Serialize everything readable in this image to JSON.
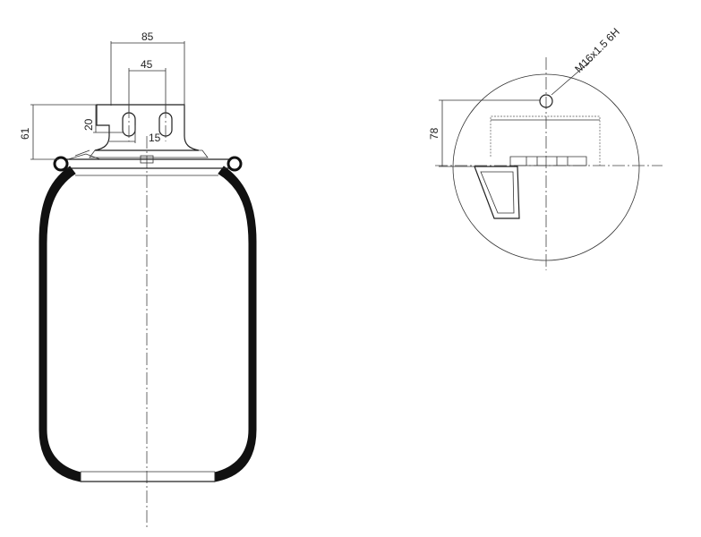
{
  "dimensions": {
    "width_outer": "85",
    "width_inner": "45",
    "height_bolt": "20",
    "height_total": "61",
    "offset": "15",
    "top_height": "78",
    "thread": "M16x1.5 6H"
  },
  "colors": {
    "line": "#222222",
    "bellow_fill": "#111111",
    "background": "#ffffff"
  }
}
